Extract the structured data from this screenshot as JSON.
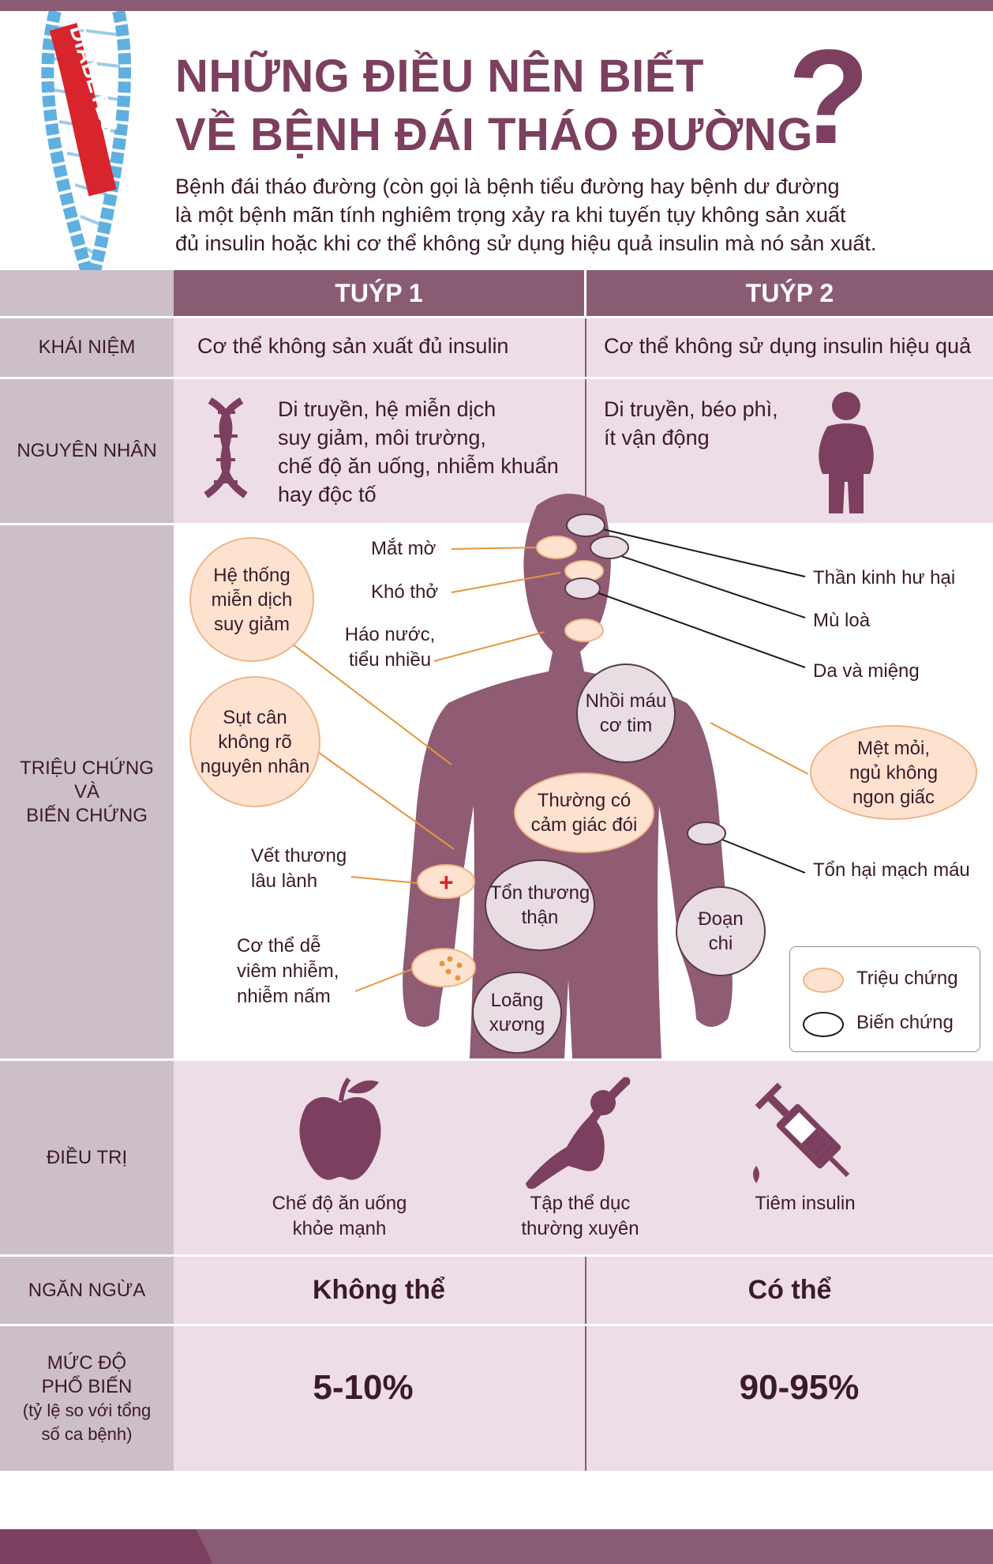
{
  "header": {
    "dna_word": "DIABETES",
    "title_line1": "NHỮNG ĐIỀU NÊN BIẾT",
    "title_line2": "VỀ BỆNH ĐÁI THÁO ĐƯỜNG",
    "question_mark": "?",
    "intro_line1": "Bệnh đái tháo đường (còn gọi là bệnh tiểu đường hay bệnh dư đường",
    "intro_line2": "là một bệnh mãn tính nghiêm trọng xảy ra khi tuyến tụy không sản xuất",
    "intro_line3": "đủ insulin hoặc khi cơ thể không sử dụng hiệu quả insulin mà nó sản xuất."
  },
  "columns": {
    "type1": "TUÝP 1",
    "type2": "TUÝP 2"
  },
  "rows": {
    "concept": {
      "label": "KHÁI NIỆM",
      "type1": "Cơ thể không sản xuất đủ insulin",
      "type2": "Cơ thể không sử dụng insulin hiệu quả"
    },
    "cause": {
      "label": "NGUYÊN NHÂN",
      "type1_lines": [
        "Di truyền, hệ miễn dịch",
        "suy giảm, môi trường,",
        "chế độ ăn uống, nhiễm khuẩn",
        "hay độc tố"
      ],
      "type2_lines": [
        "Di truyền, béo phì,",
        "ít vận động"
      ]
    },
    "symptoms": {
      "label_lines": [
        "TRIỆU CHỨNG",
        "VÀ",
        "BIẾN CHỨNG"
      ],
      "left_labels": {
        "blurred_vision": "Mắt mờ",
        "breathing": "Khó thở",
        "thirst_lines": [
          "Háo nước,",
          "tiểu nhiều"
        ],
        "immune_lines": [
          "Hệ thống",
          "miễn dịch",
          "suy giảm"
        ],
        "weight_lines": [
          "Sụt cân",
          "không rõ",
          "nguyên nhân"
        ],
        "wound_lines": [
          "Vết thương",
          "lâu lành"
        ],
        "infection_lines": [
          "Cơ thể dễ",
          "viêm nhiễm,",
          "nhiễm nấm"
        ]
      },
      "right_labels": {
        "nerve": "Thần kinh hư hại",
        "blind": "Mù loà",
        "skin_mouth": "Da và miệng",
        "fatigue_lines": [
          "Mệt mỏi,",
          "ngủ không",
          "ngon giấc"
        ],
        "vessel": "Tổn hại mạch máu"
      },
      "body_bubbles": {
        "heart_lines": [
          "Nhồi máu",
          "cơ tim"
        ],
        "hunger_lines": [
          "Thường có",
          "cảm giác đói"
        ],
        "kidney_lines": [
          "Tổn thương",
          "thận"
        ],
        "bone_lines": [
          "Loãng",
          "xương"
        ],
        "amputation_lines": [
          "Đoạn",
          "chi"
        ]
      },
      "legend": {
        "symptom": "Triệu chứng",
        "complication": "Biến chứng"
      }
    },
    "treatment": {
      "label": "ĐIỀU TRỊ",
      "diet_lines": [
        "Chế độ ăn uống",
        "khỏe mạnh"
      ],
      "exercise_lines": [
        "Tập thể dục",
        "thường xuyên"
      ],
      "insulin": "Tiêm insulin"
    },
    "prevention": {
      "label": "NGĂN NGỪA",
      "type1": "Không thể",
      "type2": "Có thể"
    },
    "prevalence": {
      "label_lines": [
        "MỨC ĐỘ",
        "PHỔ BIẾN",
        "(tỷ lệ so với tổng",
        "số ca bệnh)"
      ],
      "type1": "5-10%",
      "type2": "90-95%"
    }
  },
  "colors": {
    "primary": "#8a5c74",
    "title": "#7d3f5f",
    "row_bg": "#eddde6",
    "label_bg": "#cdbfca",
    "symptom": "#fde3cf",
    "complication": "#e8dde3"
  }
}
